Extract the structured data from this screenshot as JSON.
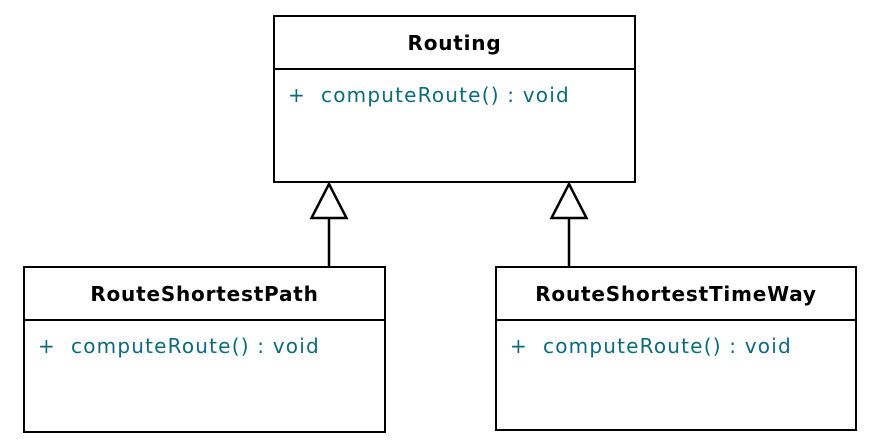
{
  "diagram": {
    "type": "uml-class-diagram",
    "classes": [
      {
        "name": "Routing",
        "methods": [
          {
            "visibility": "+",
            "signature": "computeRoute() : void"
          }
        ]
      },
      {
        "name": "RouteShortestPath",
        "methods": [
          {
            "visibility": "+",
            "signature": "computeRoute() : void"
          }
        ]
      },
      {
        "name": "RouteShortestTimeWay",
        "methods": [
          {
            "visibility": "+",
            "signature": "computeRoute() : void"
          }
        ]
      }
    ],
    "relations": [
      {
        "type": "generalization",
        "from": "RouteShortestPath",
        "to": "Routing"
      },
      {
        "type": "generalization",
        "from": "RouteShortestTimeWay",
        "to": "Routing"
      }
    ],
    "colors": {
      "background": "#ffffff",
      "border": "#000000",
      "class_name_text": "#000000",
      "method_text": "#0d6a7e"
    }
  }
}
